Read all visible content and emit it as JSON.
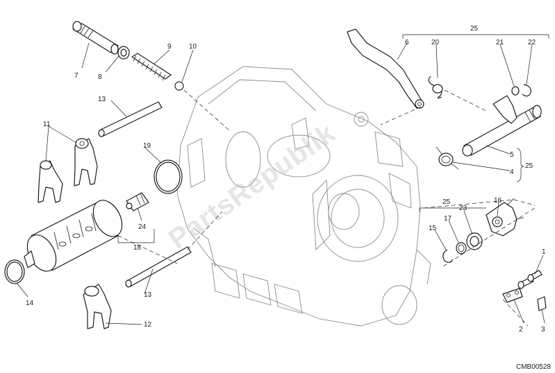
{
  "diagram": {
    "watermark": "PartsRepublik",
    "drawing_code": "CMB00528",
    "callouts": {
      "c1": "1",
      "c2": "2",
      "c3": "3",
      "c4": "4",
      "c5": "5",
      "c6": "6",
      "c7": "7",
      "c8": "8",
      "c9": "9",
      "c10": "10",
      "c11": "11",
      "c12": "12",
      "c13a": "13",
      "c13b": "13",
      "c14": "14",
      "c15": "15",
      "c16": "16",
      "c17": "17",
      "c18": "18",
      "c19": "19",
      "c20": "20",
      "c21": "21",
      "c22": "22",
      "c23": "23",
      "c24": "24",
      "c25a": "25",
      "c25b": "25",
      "c25c": "25"
    }
  }
}
